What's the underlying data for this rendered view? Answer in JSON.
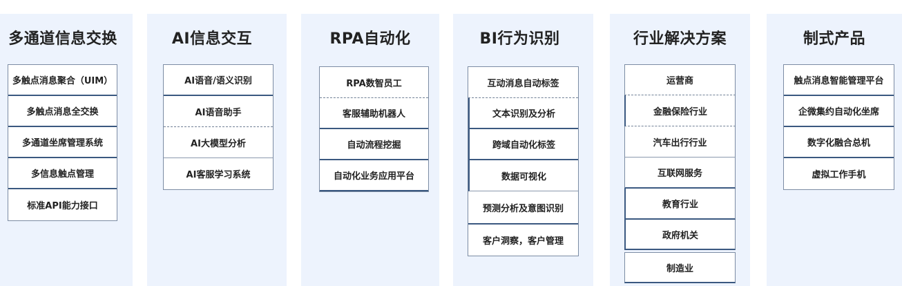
{
  "columns": [
    {
      "title": "多通道信息交换",
      "items": [
        "多触点消息聚合（UIM）",
        "多触点消息全交换",
        "多通道坐席管理系统",
        "多信息触点管理",
        "标准API能力接口"
      ]
    },
    {
      "title": "AI信息交互",
      "items": [
        "AI语音/语义识别",
        "AI语音助手",
        "AI大模型分析",
        "AI客服学习系统"
      ]
    },
    {
      "title": "RPA自动化",
      "items": [
        "RPA数智员工",
        "客服辅助机器人",
        "自动流程挖掘",
        "自动化业务应用平台"
      ]
    },
    {
      "title": "BI行为识别",
      "items": [
        "互动消息自动标签",
        "文本识别及分析",
        "跨域自动化标签",
        "数据可视化",
        "预测分析及意图识别",
        "客户洞察，客户管理"
      ]
    },
    {
      "title": "行业解决方案",
      "items": [
        "运营商",
        "金融保险行业",
        "汽车出行行业",
        "互联网服务",
        "教育行业",
        "政府机关",
        "制造业"
      ]
    },
    {
      "title": "制式产品",
      "items": [
        "触点消息智能管理平台",
        "企微集约自动化坐席",
        "数字化融合总机",
        "虚拟工作手机"
      ]
    }
  ]
}
